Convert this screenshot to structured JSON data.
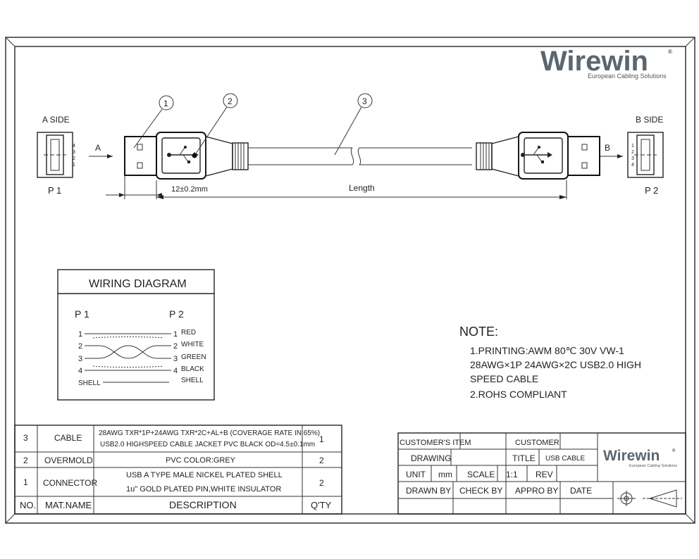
{
  "brand": {
    "name": "Wirewin",
    "tagline": "European Cabling Solutions",
    "reg": "®",
    "color": "#5c6670"
  },
  "drawing": {
    "a_side": "A  SIDE",
    "b_side": "B  SIDE",
    "p1": "P 1",
    "p2": "P 2",
    "arrow_a": "A",
    "arrow_b": "B",
    "callouts": [
      "1",
      "2",
      "3"
    ],
    "dim_12": "12±0.2mm",
    "dim_length": "Length",
    "pins_a": [
      "4",
      "3",
      "2",
      "1"
    ],
    "pins_b": [
      "1",
      "2",
      "3",
      "4"
    ]
  },
  "wiring": {
    "title": "WIRING DIAGRAM",
    "p1": "P 1",
    "p2": "P 2",
    "left_pins": [
      "1",
      "2",
      "3",
      "4"
    ],
    "right_pins": [
      "1",
      "2",
      "3",
      "4"
    ],
    "colors": [
      "RED",
      "WHITE",
      "GREEN",
      "BLACK"
    ],
    "shell_left": "SHELL",
    "shell_right": "SHELL"
  },
  "note": {
    "title": "NOTE:",
    "lines": [
      "1.PRINTING:AWM 80℃   30V  VW-1",
      "28AWG×1P  24AWG×2C      USB2.0 HIGH",
      "SPEED CABLE",
      "2.ROHS COMPLIANT"
    ]
  },
  "bom": {
    "rows": [
      {
        "no": "3",
        "name": "CABLE",
        "desc": [
          "28AWG TXR*1P+24AWG TXR*2C+AL+B (COVERAGE RATE IN 65%)",
          "USB2.0 HIGHSPEED CABLE    JACKET PVC BLACK  OD=4.5±0.1mm"
        ],
        "qty": "1"
      },
      {
        "no": "2",
        "name": "OVERMOLD",
        "desc": [
          "PVC COLOR:GREY"
        ],
        "qty": "2"
      },
      {
        "no": "1",
        "name": "CONNECTOR",
        "desc": [
          "USB A TYPE MALE NICKEL PLATED SHELL",
          "1u\" GOLD PLATED PIN,WHITE INSULATOR"
        ],
        "qty": "2"
      }
    ],
    "header": {
      "no": "NO.",
      "name": "MAT.NAME",
      "desc": "DESCRIPTION",
      "qty": "Q'TY"
    }
  },
  "titleblock": {
    "customers_item": "CUSTOMER'S ITEM",
    "customer": "CUSTOMER",
    "drawing": "DRAWING",
    "title": "TITLE",
    "title_value": "USB CABLE",
    "unit": "UNIT",
    "unit_value": "mm",
    "scale": "SCALE",
    "scale_value": "1:1",
    "rev": "REV",
    "drawn_by": "DRAWN BY",
    "check_by": "CHECK BY",
    "appro_by": "APPRO BY",
    "date": "DATE"
  }
}
